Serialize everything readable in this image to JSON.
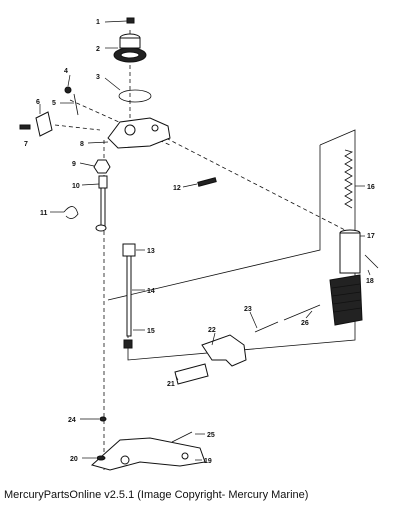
{
  "diagram": {
    "part_labels": {
      "p1": "1",
      "p2": "2",
      "p3": "3",
      "p4": "4",
      "p5": "5",
      "p6": "6",
      "p7": "7",
      "p8": "8",
      "p9": "9",
      "p10": "10",
      "p11": "11",
      "p12": "12",
      "p13": "13",
      "p14": "14",
      "p15": "15",
      "p16": "16",
      "p17": "17",
      "p18": "18",
      "p19": "19",
      "p20": "20",
      "p21": "21",
      "p22": "22",
      "p23": "23",
      "p24": "24",
      "p25": "25",
      "p26": "26"
    }
  },
  "footer": {
    "caption": "MercuryPartsOnline v2.5.1 (Image Copyright- Mercury Marine)"
  }
}
